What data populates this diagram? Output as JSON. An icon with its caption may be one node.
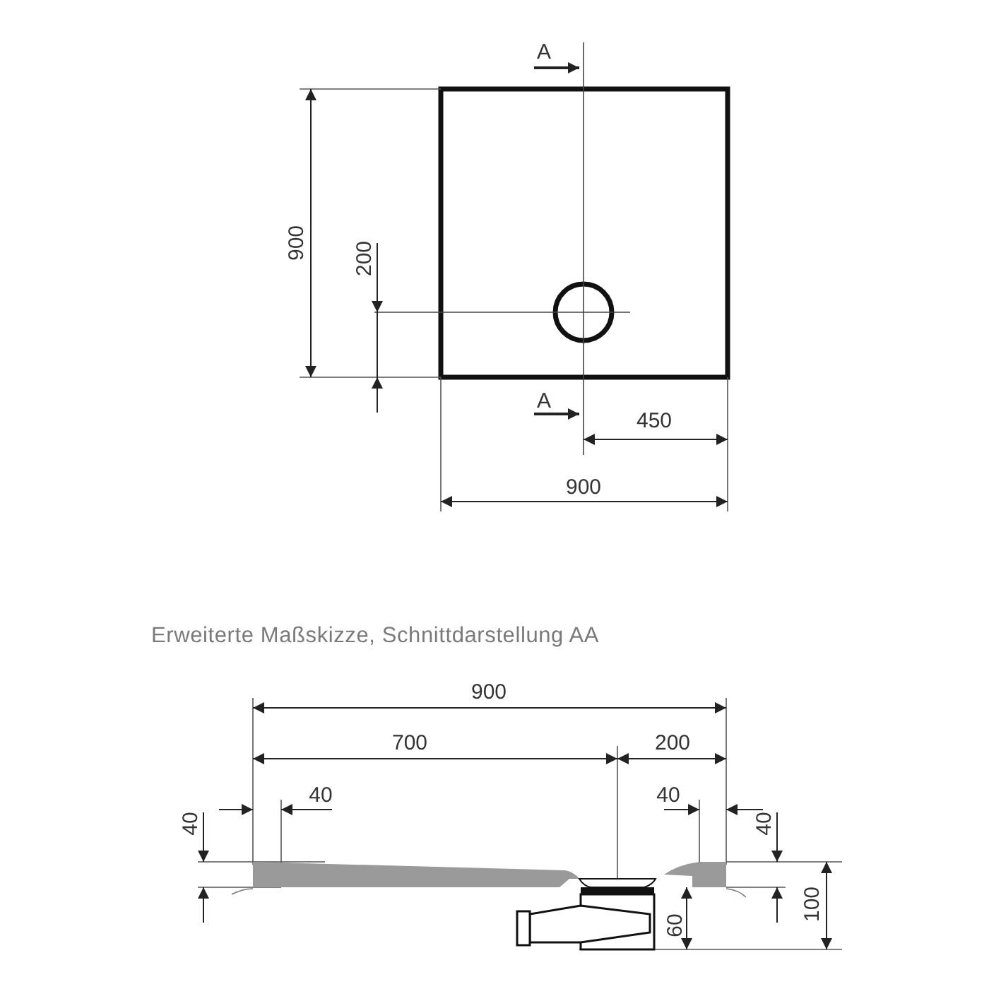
{
  "diagram": {
    "labels": [
      "A",
      "900",
      "200",
      "A",
      "450",
      "900",
      "Erweiterte Maßskizze, Schnittdarstellung AA",
      "900",
      "700",
      "200",
      "40",
      "40",
      "40",
      "40",
      "60",
      "100"
    ]
  }
}
